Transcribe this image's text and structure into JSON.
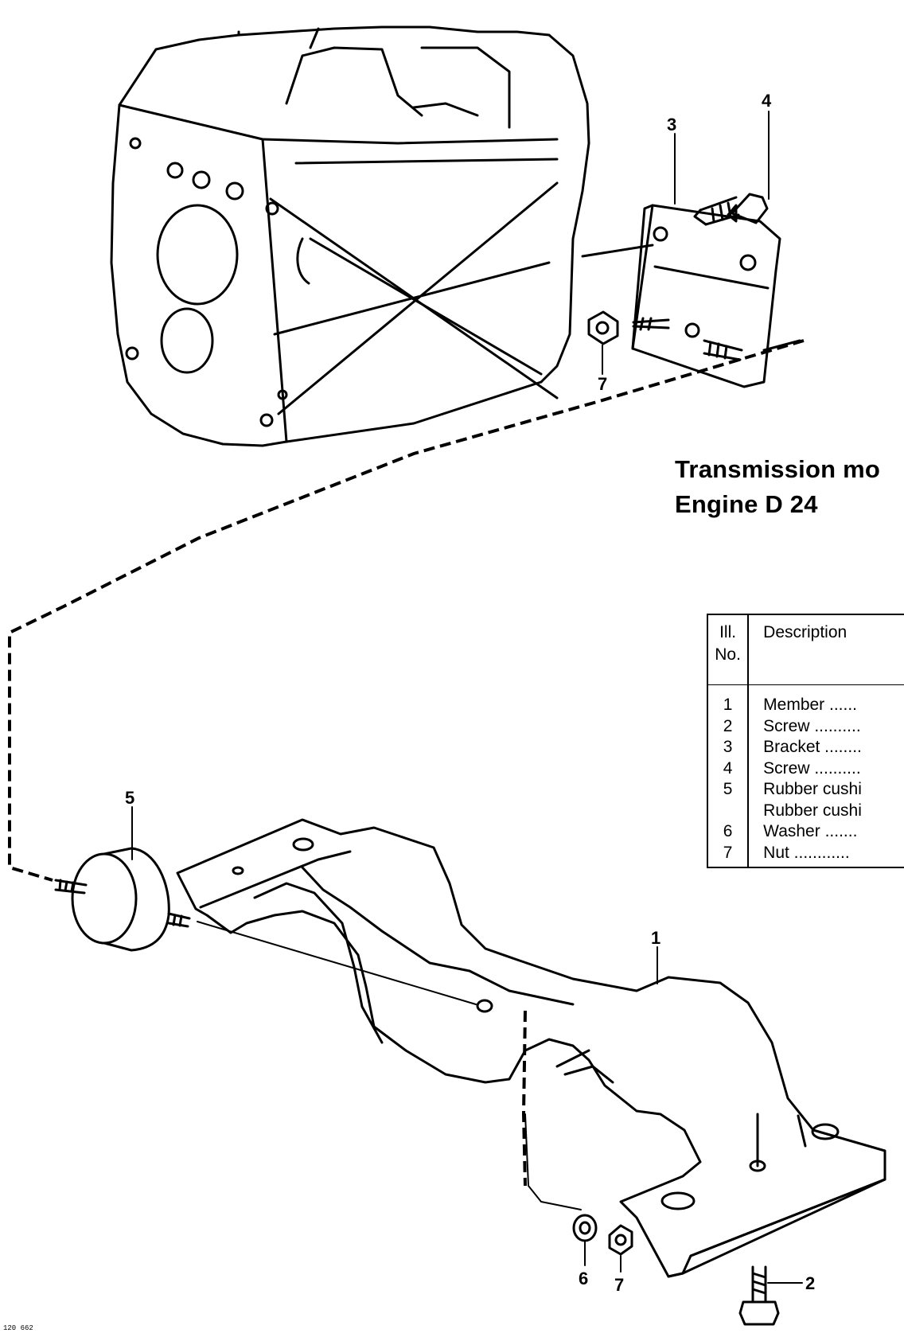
{
  "title": {
    "line1": "Transmission mo",
    "line2": "Engine D 24"
  },
  "table": {
    "header_no": "Ill. No.",
    "header_desc": "Description",
    "rows": [
      {
        "no": "1",
        "desc": "Member ......"
      },
      {
        "no": "2",
        "desc": "Screw .........."
      },
      {
        "no": "3",
        "desc": "Bracket ........"
      },
      {
        "no": "4",
        "desc": "Screw .........."
      },
      {
        "no": "5",
        "desc": "Rubber cushi"
      },
      {
        "no": "",
        "desc": "Rubber cushi"
      },
      {
        "no": "6",
        "desc": "Washer ......."
      },
      {
        "no": "7",
        "desc": "Nut ............"
      }
    ]
  },
  "callouts": {
    "c1": "1",
    "c2": "2",
    "c3": "3",
    "c4": "4",
    "c5": "5",
    "c6": "6",
    "c7_top": "7",
    "c7_bottom": "7"
  },
  "figure_code": "120 662"
}
